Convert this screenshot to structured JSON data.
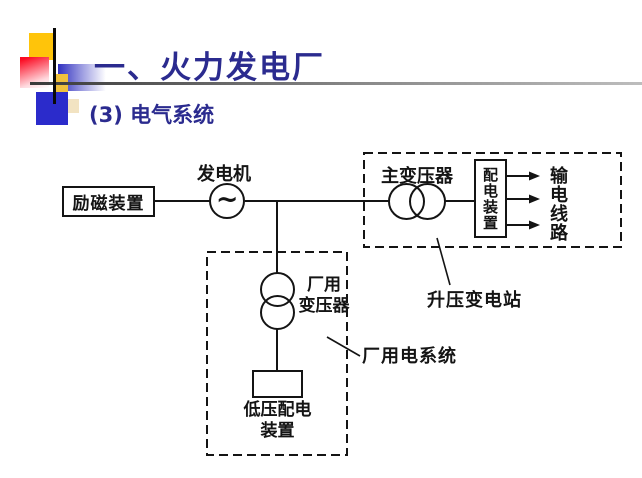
{
  "slide": {
    "title": "一、火力发电厂",
    "subtitle": "(3) 电气系统"
  },
  "colors": {
    "title_text": "#2B2B8F",
    "decoration_yellow": "#FFC40A",
    "decoration_red": "#FA0A20",
    "decoration_blue": "#2B2BCB",
    "diagram_ink": "#141414"
  },
  "diagram": {
    "excitation_label": "励磁装置",
    "generator_label": "发电机",
    "generator_symbol": "∼",
    "main_transformer_label": "主变压器",
    "switchgear_label": "配电装置",
    "transmission_label": "输电线路",
    "stepup_station_label": "升压变电站",
    "plant_transformer_line1": "厂用",
    "plant_transformer_line2": "变压器",
    "lv_switchgear_line1": "低压配电",
    "lv_switchgear_line2": "装置",
    "plant_power_label": "厂用电系统"
  }
}
